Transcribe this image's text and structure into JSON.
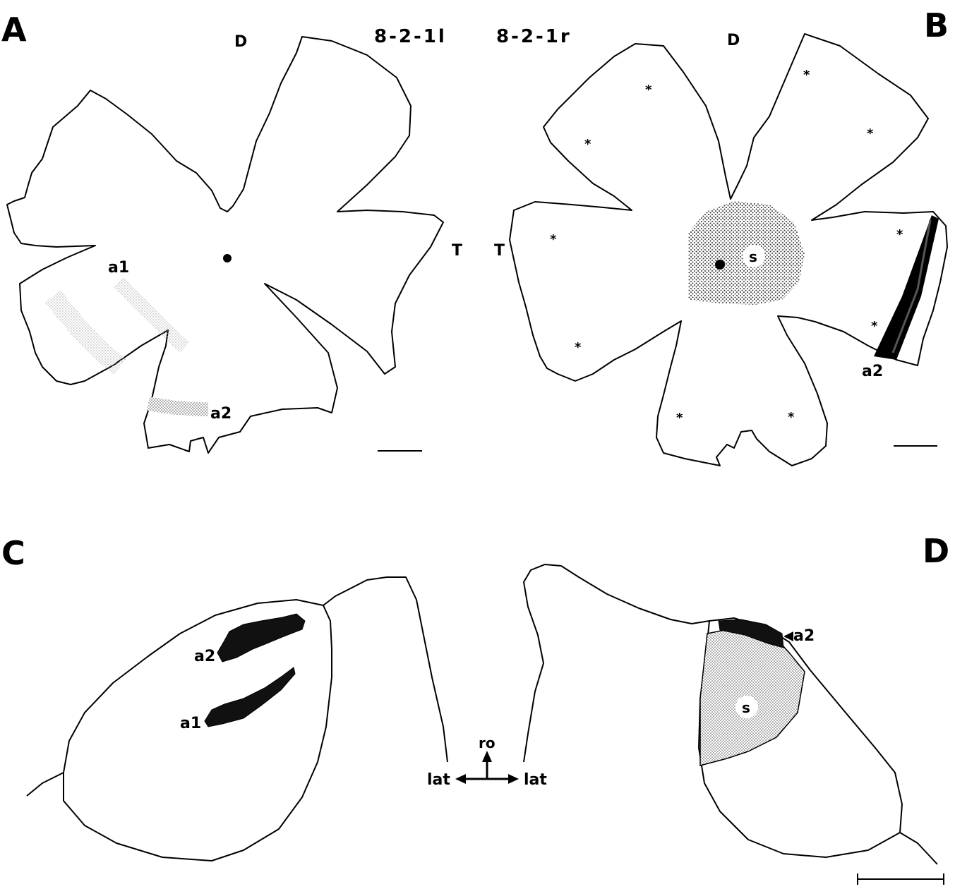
{
  "panels": {
    "a": "A",
    "b": "B",
    "c": "C",
    "d": "D"
  },
  "case_ids": {
    "left": "8-2-1l",
    "right": "8-2-1r"
  },
  "retina_a": {
    "dorsal": "D",
    "temporal": "T",
    "label_a1": "a1",
    "label_a2": "a2"
  },
  "retina_b": {
    "dorsal": "D",
    "temporal": "T",
    "label_s": "s",
    "label_a2": "a2"
  },
  "section_c": {
    "label_a1": "a1",
    "label_a2": "a2"
  },
  "section_d": {
    "label_s": "s",
    "label_a2": "a2"
  },
  "orientation": {
    "rostral": "ro",
    "lateral_left": "lat",
    "lateral_right": "lat"
  },
  "colors": {
    "ink": "#000000",
    "stipple": "#888888",
    "background": "#ffffff"
  }
}
